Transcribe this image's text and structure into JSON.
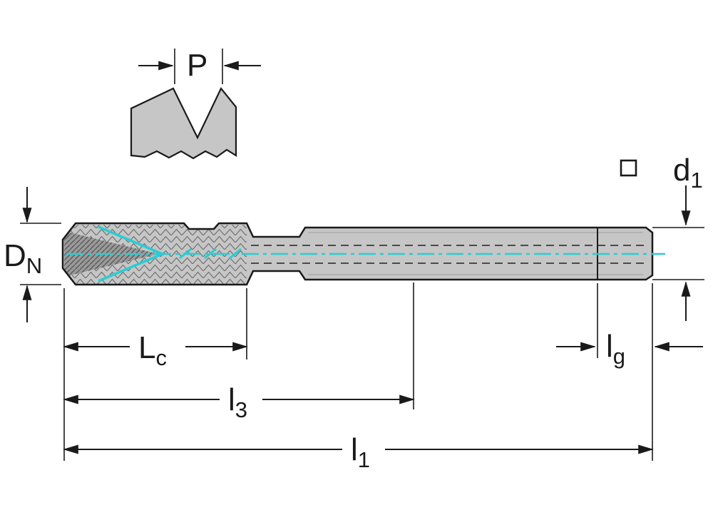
{
  "drawing": {
    "type": "tap-dimension-diagram",
    "labels": {
      "p": {
        "main": "P"
      },
      "dn": {
        "main": "D",
        "sub": "N"
      },
      "d1": {
        "main": "d",
        "sub": "1"
      },
      "lc": {
        "main": "L",
        "sub": "c"
      },
      "l3": {
        "main": "l",
        "sub": "3"
      },
      "l1": {
        "main": "l",
        "sub": "1"
      },
      "lg": {
        "main": "l",
        "sub": "g"
      }
    }
  },
  "symbols": {
    "square_drive": "□"
  },
  "colors": {
    "coolant": "#29cdd4",
    "body_fill": "#c6c6c6",
    "line": "#1a1a1a",
    "background": "#ffffff"
  }
}
